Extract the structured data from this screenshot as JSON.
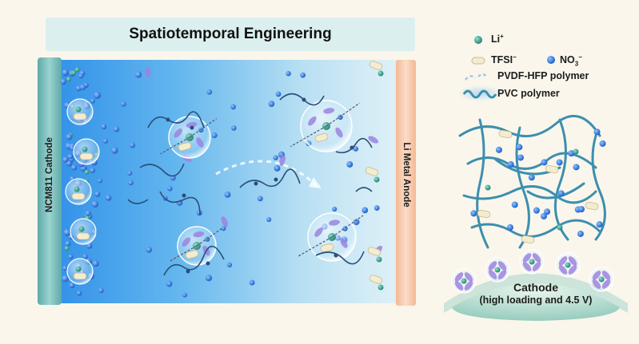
{
  "title": "Spatiotemporal Engineering",
  "left_electrode": "NCM811 Cathode",
  "right_electrode": "Li Metal Anode",
  "legend": {
    "li": "Li",
    "li_sup": "+",
    "tfsi": "TFSI",
    "tfsi_sup": "−",
    "no3": "NO",
    "no3_sub": "3",
    "no3_sup": "−",
    "pvdf": "PVDF-HFP polymer",
    "pvc": "PVC polymer"
  },
  "cathode_inset": {
    "label": "Cathode",
    "condition": "(high loading and 4.5 V)"
  },
  "colors": {
    "li_ion": "#2e9a86",
    "nitrate": "#1f6fe0",
    "tfsi_anion": "#f4ecd0",
    "fsi_violet": "#9b84e0",
    "pvc_chain": "#3c8fae",
    "pvdf_chain": "#8fb5cf",
    "cathode_bar": "#7ebfbd",
    "anode_bar": "#f6c6a6"
  },
  "icons": [
    "li-ion-icon",
    "tfsi-anion-icon",
    "nitrate-ion-icon",
    "pvdf-hfp-chain-icon",
    "pvc-chain-icon"
  ]
}
